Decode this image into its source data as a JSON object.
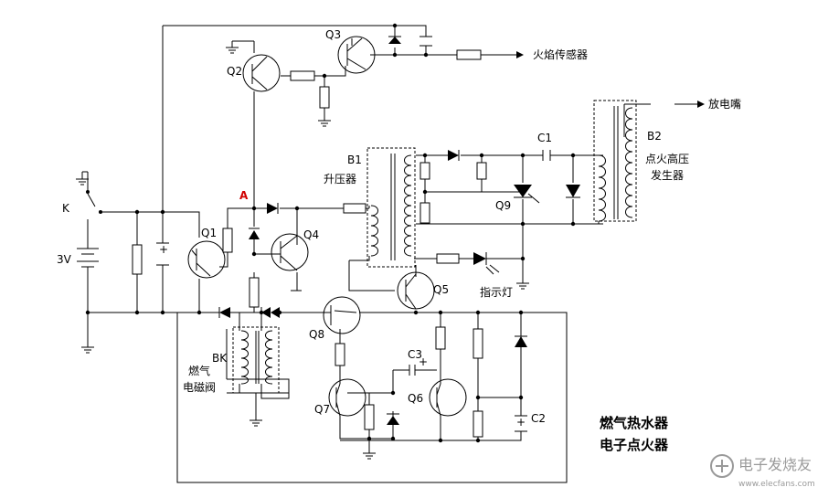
{
  "labels": {
    "flame_sensor": "火焰传感器",
    "discharge_needle": "放电嘴",
    "b1": "B1",
    "b1_desc": "升压器",
    "b2": "B2",
    "b2_desc_1": "点火高压",
    "b2_desc_2": "发生器",
    "c1": "C1",
    "c2": "C2",
    "c3": "C3",
    "q2": "Q2",
    "q3": "Q3",
    "q1": "Q1",
    "q4": "Q4",
    "q5": "Q5",
    "q6": "Q6",
    "q7": "Q7",
    "q8": "Q8",
    "q9": "Q9",
    "k": "K",
    "battery": "3V",
    "node_a": "A",
    "indicator": "指示灯",
    "bk": "BK",
    "valve_1": "燃气",
    "valve_2": "电磁阀",
    "title_1": "燃气热水器",
    "title_2": "电子点火器"
  },
  "watermark": {
    "name": "电子发烧友",
    "url": "www.elecfans.com"
  },
  "colors": {
    "line": "#000000",
    "node_label": "#d00000",
    "watermark": "#9a9a9a"
  }
}
